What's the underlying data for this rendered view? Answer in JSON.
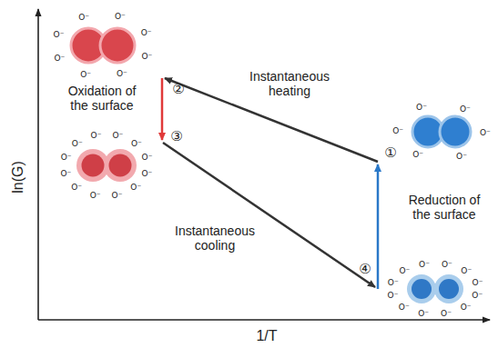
{
  "diagram": {
    "labels": [
      "ln(G)",
      "1/T",
      "Instantaneous heating",
      "Instantaneous cooling",
      "Oxidation of the surface",
      "Reduction of the surface",
      "①",
      "②",
      "③",
      "④",
      "O⁻",
      "O⁻",
      "O⁻",
      "O⁻",
      "O⁻",
      "O⁻",
      "O⁻",
      "O⁻",
      "O⁻",
      "O⁻",
      "O⁻",
      "O⁻",
      "O⁻",
      "O⁻",
      "O⁻",
      "O⁻",
      "O⁻",
      "O⁻",
      "O⁻",
      "O⁻",
      "O⁻",
      "O⁻",
      "O⁻",
      "O⁻",
      "O⁻",
      "O⁻",
      "O⁻",
      "O⁻",
      "O⁻",
      "O⁻",
      "O⁻",
      "O⁻",
      "O⁻",
      "O⁻",
      "O⁻",
      "O⁻",
      "O⁻",
      "O⁻"
    ]
  }
}
